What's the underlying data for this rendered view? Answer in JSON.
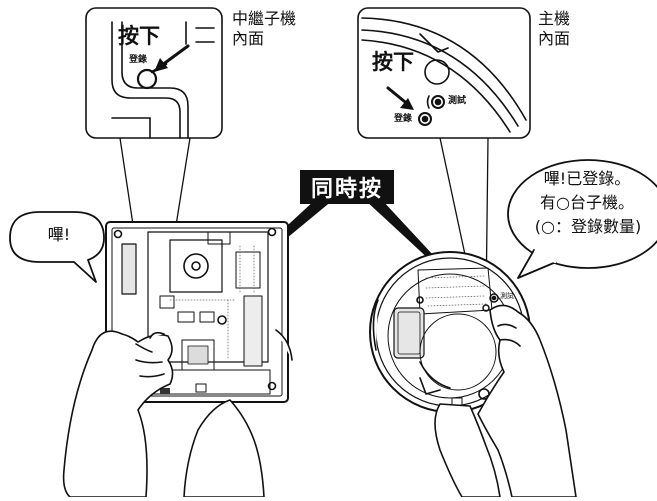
{
  "sub_unit_callout": {
    "caption": [
      "中繼子機",
      "內面"
    ],
    "press_label": "按下",
    "button_label": "登錄"
  },
  "main_unit_callout": {
    "caption": [
      "主機",
      "內面"
    ],
    "press_label": "按下",
    "register_label": "登錄",
    "test_label": "測試"
  },
  "simultaneous_banner": "同時按",
  "left_bubble": "嗶!",
  "right_bubble": [
    "嗶!已登錄。",
    "有○台子機。",
    "(○：登錄數量)"
  ],
  "device_test_label": "測試"
}
